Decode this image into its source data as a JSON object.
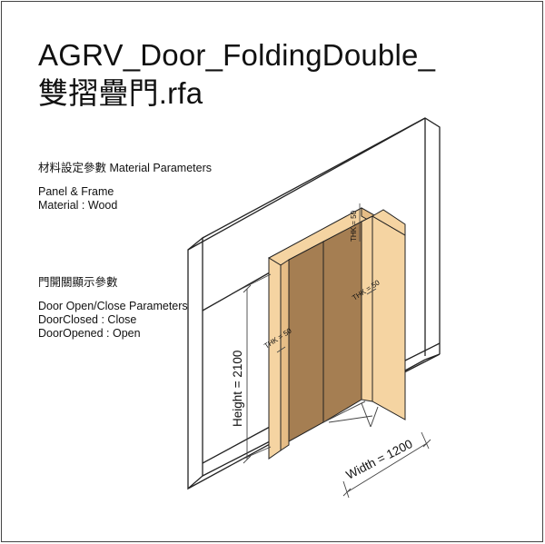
{
  "title": {
    "line1": "AGRV_Door_FoldingDouble_",
    "line2": "雙摺疊門.rfa"
  },
  "material_section": {
    "heading": "材料設定參數 Material Parameters",
    "lines": [
      "Panel & Frame",
      "Material : Wood"
    ]
  },
  "door_section": {
    "heading": "門開關顯示參數",
    "lines": [
      "Door Open/Close Parameters",
      "DoorClosed : Close",
      "DoorOpened : Open"
    ]
  },
  "dimensions": {
    "height_label": "Height = 2100",
    "width_label": "Width = 1200",
    "thk_top": "THK = 50",
    "thk_right": "THK = 50",
    "thk_left": "THK = 50"
  },
  "colors": {
    "wood_light": "#f5d4a2",
    "wood_dark": "#a57e52",
    "wall_line": "#222222"
  }
}
